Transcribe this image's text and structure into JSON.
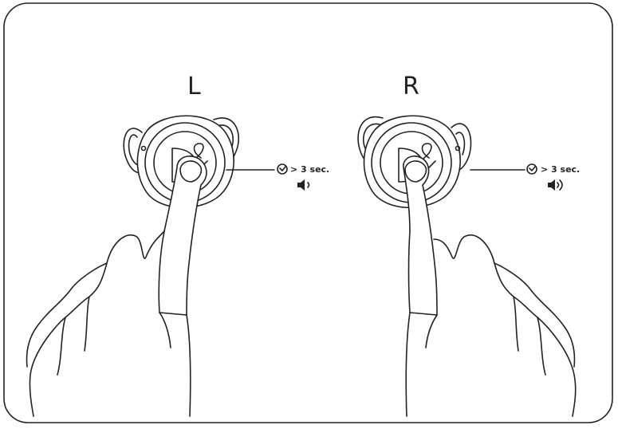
{
  "left": {
    "side_label": "L",
    "duration_label": "> 3 sec.",
    "timer_icon": "clock-icon",
    "action_icon": "volume-down-icon"
  },
  "right": {
    "side_label": "R",
    "duration_label": "> 3 sec.",
    "timer_icon": "clock-icon",
    "action_icon": "volume-up-icon"
  },
  "colors": {
    "ink": "#222222",
    "background": "#ffffff"
  }
}
